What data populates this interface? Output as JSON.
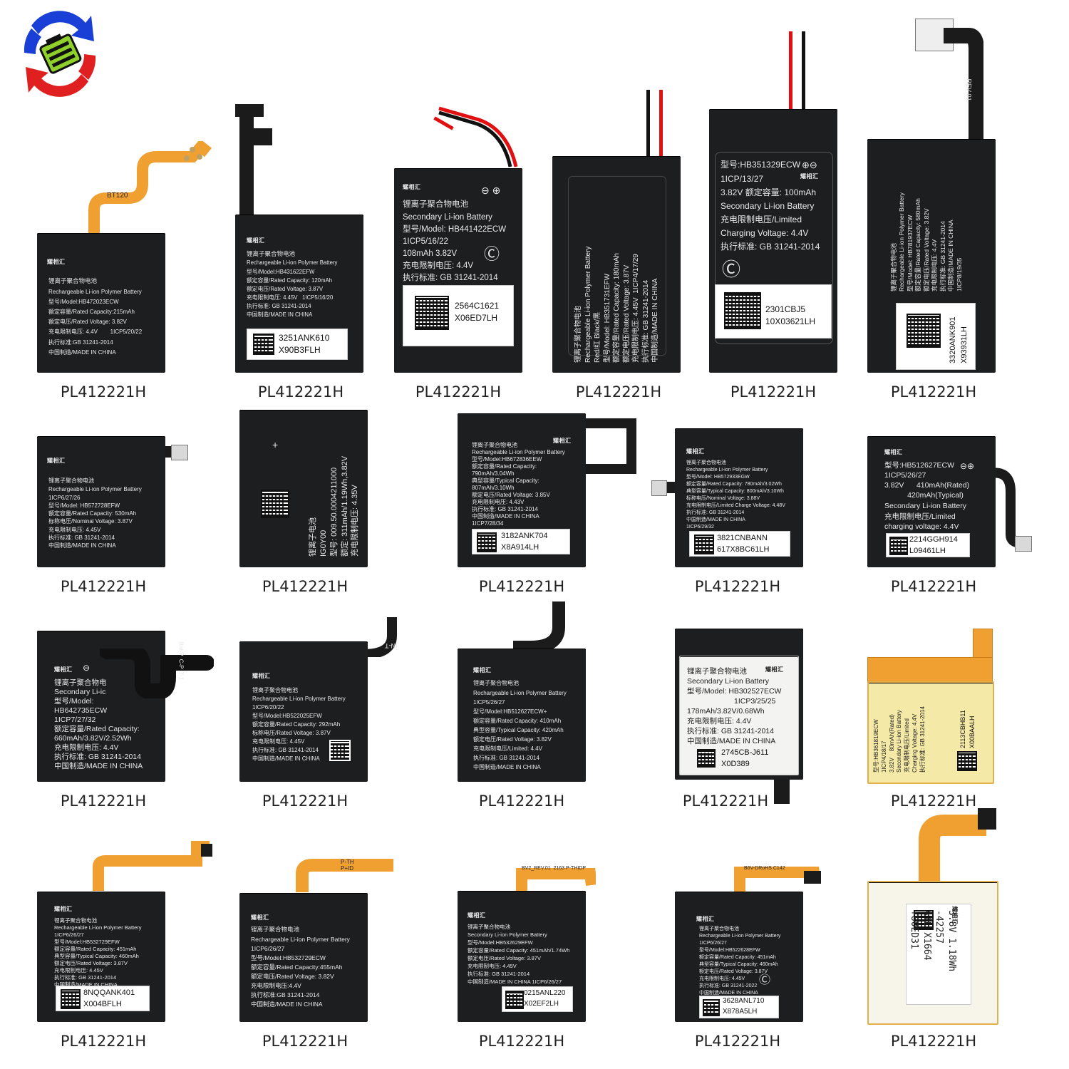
{
  "caption": "PL412221H",
  "brand": "耀相汇",
  "colors": {
    "cell": "#1d1e20",
    "flex_orange": "#f0a030",
    "wire_red": "#e01010",
    "logo_blue": "#1a3fd6",
    "logo_red": "#e02020",
    "logo_green": "#8fd12a"
  },
  "logo_icon": "battery-exchange-logo",
  "r1": {
    "b1": [
      "Rechargeable Li-ion Polymer Battery",
      "型号/Model:HB472023ECW",
      "额定容量/Rated Capacity:215mAh",
      "额定电压/Rated Voltage: 3.82V",
      "充电限制电压: 4.4V        1ICP5/20/22",
      "执行标准:GB 31241-2014",
      "中国制造/MADE IN CHINA"
    ],
    "b1_title": "锂离子聚合物电池",
    "b1_flex": "BT120",
    "b2_title": "锂离子聚合物电池",
    "b2": [
      "Rechargeable Li-ion Polymer Battery",
      "型号/Model:HB431622EFW",
      "额定容量/Rated Capacity: 120mAh",
      "额定电压/Rated Voltage: 3.87V",
      "充电限制电压: 4.45V   1ICP5/16/20",
      "执行标准: GB 31241-2014",
      "中国制造/MADE IN CHINA"
    ],
    "b2_code": "3251ANK610\nX90B3FLH",
    "b3": [
      "锂离子聚合物电池",
      "Secondary Li-ion Battery",
      "型号/Model: HB441422ECW",
      "1ICP5/16/22",
      "108mAh 3.82V",
      "充电限制电压: 4.4V",
      "执行标准: GB 31241-2014"
    ],
    "b3_code": "2564C1621\nX06ED7LH",
    "b4": [
      "锂离子聚合物电池",
      "Rechargeable Li-ion Polymer Battery",
      "Red/红 Black/黑",
      "型号/Model: HB351731EFW",
      "额定容量/Rated Capacity: 180mAh",
      "额定电压/Rated Voltage: 3.87V",
      "充电限制电压: 4.45V  1ICP4/17/29",
      "执行标准: GB 31241-2014",
      "中国制造/MADE IN CHINA"
    ],
    "b5": [
      "型号:HB351329ECW",
      "1ICP/13/27",
      "3.82V 额定容量: 100mAh",
      "Secondary Li-ion Battery",
      "充电限制电压/Limited",
      "Charging Voltage: 4.4V",
      "执行标准: GB 31241-2014"
    ],
    "b5_code": "2301CBJ5\n10X03621LH",
    "b6": [
      "锂离子聚合物电池",
      "Rechargeable Li-ion Polymer Battery",
      "型号/Model: HB781937ECW",
      "额定容量/Rated Capacity: 580mAh",
      "额定电压/Rated Voltage: 3.82V",
      "充电限制电压: 4.4V",
      "执行标准: GB 31241-2014",
      "中国制造/MADE IN CHINA",
      "1ICP8/19/35"
    ],
    "b6_code": "3320ANK901\nX93931LH",
    "b6_flex": "REV 01"
  },
  "r2": {
    "b1": [
      "锂离子聚合物电池",
      "Rechargeable Li-ion Polymer Battery",
      "1ICP6/27/26",
      "型号/Model: HB572728EFW",
      "额定容量/Rated Capacity: 530mAh",
      "标称电压/Nominal Voltage: 3.87V",
      "充电限制电压: 4.45V",
      "执行标准: GB 31241-2014",
      "中国制造/MADE IN CHINA"
    ],
    "b2": [
      "锂离子电池",
      "IG0Y00",
      "型号: 009.50.0004211000",
      "额定: 311mAh/1.19Wh,3.82V",
      "充电限制电压: 4.35V"
    ],
    "b3": [
      "锂离子聚合物电池",
      "Rechargeable Li-ion Polymer Battery",
      "型号/Model:HB672836EEW",
      "额定容量/Rated Capacity:",
      "790mAh/3.04Wh",
      "典型容量/Typical Capacity:",
      "807mAh/3.10Wh",
      "额定电压/Rated Voltage: 3.85V",
      "充电限制电压: 4.43V",
      "执行标准: GB 31241-2014",
      "中国制造/MADE IN CHINA",
      "1ICP7/28/34"
    ],
    "b3_code": "3182ANK704\nX8A914LH",
    "b4": [
      "锂离子聚合物电池",
      "Rechargeable Li-ion Polymer Battery",
      "型号/Model: HB572933EGW",
      "额定容量/Rated Capacity: 780mAh/3.02Wh",
      "典型容量/Typical Capacity: 800mAh/3.10Wh",
      "标称电压/Nominal Voltage: 3.88V",
      "充电限制电压/Limited Charge Voltage: 4.48V",
      "执行标准: GB 31241-2014",
      "中国制造/MADE IN CHINA",
      "1ICP6/29/32"
    ],
    "b4_code": "3821CNBANN\n617X8BC61LH",
    "b5": [
      "型号:HB512627ECW",
      "1ICP5/26/27",
      "3.82V      410mAh(Rated)",
      "           420mAh(Typical)",
      "Secondary Li-ion Battery",
      "充电限制电压/Limited",
      "charging voltage: 4.4V"
    ],
    "b5_code": "2214GGH914\nL09461LH"
  },
  "r3": {
    "b1": [
      "锂离子聚合物电",
      "Secondary Li-ic",
      "型号/Model:",
      "HB642735ECW",
      "1ICP7/27/32",
      "额定容量/Rated Capacity:",
      "660mAh/3.82V/2.52Wh",
      "充电限制电压: 4.4V",
      "执行标准: GB 31241-2014",
      "中国制造/MADE IN CHINA"
    ],
    "b1_flex": "Bat-P  C-P  T-1",
    "b2": [
      "锂离子聚合物电池",
      "Rechargeable Li-ion Polymer Battery",
      "1ICP6/20/22",
      "型号/Model:HB522025EFW",
      "额定容量/Rated Capacity: 292mAh",
      "标称电压/Rated Voltage: 3.87V",
      "充电限制电压: 4.45V",
      "执行标准: GB 31241-2014",
      "中国制造/MADE IN CHINA"
    ],
    "b2_flex": "IN-T",
    "b3": [
      "锂离子聚合物电池",
      "Rechargeable Li-ion Polymer Battery",
      "1ICP5/26/27",
      "型号/Model:HB512627ECW+",
      "额定容量/Rated Capacity: 410mAh",
      "典型容量/Typical Capacity: 420mAh",
      "额定电压/Rated Voltage: 3.82V",
      "充电限制电压/Limited: 4.4V",
      "执行标准: GB 31241-2014",
      "中国制造/MADE IN CHINA"
    ],
    "b4": [
      "锂离子聚合物电池",
      "Secondary Li-ion Battery",
      "型号/Model: HB302527ECW",
      "1ICP3/25/25",
      "178mAh/3.82V/0.68Wh",
      "充电限制电压: 4.4V",
      "执行标准: GB 31241-2014",
      "中国制造/MADE IN CHINA"
    ],
    "b4_code": "2745CB-J611\nX0D389",
    "b5": [
      "型号:HB361819ECW",
      "1ICP4/18/17",
      "3.82V    80mAh(Rated)",
      "Secondary Li-ion Battery",
      "充电限制电压/Limited",
      "Charging Voltage: 4.4V",
      "执行标准: GB 31241-2014"
    ],
    "b5_code": "2113CBHB11\nX00BAALH"
  },
  "r4": {
    "b1": [
      "锂离子聚合物电池",
      "Rechargeable Li-ion Polymer Battery",
      "1ICP6/26/27",
      "型号/Model:HB532729EFW",
      "额定容量/Rated Capacity: 451mAh",
      "典型容量/Typical Capacity: 460mAh",
      "额定电压/Rated Voltage: 3.87V",
      "充电限制电压: 4.45V",
      "执行标准: GB 31241-2014",
      "中国制造/MADE IN CHINA"
    ],
    "b1_code": "8NQQANK401\nX004BFLH",
    "b2": [
      "锂离子聚合物电池",
      "Rechargeable Li-ion Polymer Battery",
      "1ICP6/26/27",
      "型号/Model:HB532729ECW",
      "额定容量/Rated Capacity:455mAh",
      "额定电压/Rated Voltage: 3.82V",
      "充电限制电压:4.4V",
      "执行标准:GB 31241-2014",
      "中国制造/MADE IN CHINA"
    ],
    "b2_flex": "P-TH\nP+ID",
    "b3": [
      "锂离子聚合物电池",
      "Secondary Li-ion Polymer Battery",
      "型号/Model:HB532629EFW",
      "额定容量/Rated Capacity: 451mAh/1.74Wh",
      "额定电压/Rated Voltage: 3.87V",
      "充电限制电压: 4.45V",
      "执行标准: GB 31241-2014",
      "中国制造/MADE IN CHINA 1ICP6/26/27"
    ],
    "b3_code": "0215ANL220\nX02EF2LH",
    "b3_flex": "BV2_REV.01  2163 P-THIDP",
    "b4": [
      "锂离子聚合物电池",
      "Rechargeable Li-ion Polymer Battery",
      "1ICP6/26/27",
      "型号/Model:HB522628EFW",
      "额定容量/Rated Capacity: 451mAh",
      "典型容量/Typical Capacity: 460mAh",
      "额定电压/Rated Voltage: 3.87V",
      "充电限制电压: 4.45V",
      "执行标准: GB 31241-2022",
      "中国制造/MADE IN CHINA"
    ],
    "b4_code": "3628ANL710\nX878A5LH",
    "b4_flex": "B6V-DRoHS C142",
    "b5": [
      "3.8V 1.18Wh",
      "-42257",
      "ATL X1664",
      "+80ED31"
    ]
  }
}
